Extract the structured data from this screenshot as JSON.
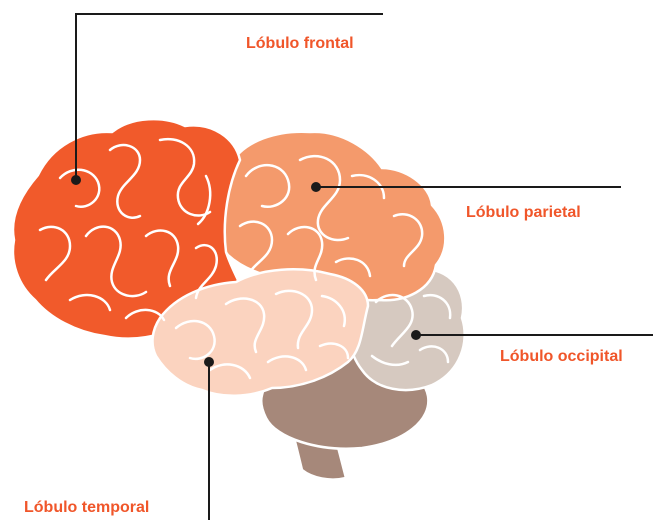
{
  "colors": {
    "label_text": "#f0562a",
    "leader_line": "#1a1a1a",
    "frontal_lobe": "#f15a2b",
    "parietal_lobe": "#f49a6c",
    "temporal_lobe": "#fbd3bf",
    "occipital_lobe": "#d6c9c0",
    "cerebellum": "#a6887a",
    "brainstem": "#a6887a",
    "sulci": "#ffffff"
  },
  "labels": {
    "frontal": "Lóbulo frontal",
    "parietal": "Lóbulo parietal",
    "occipital": "Lóbulo occipital",
    "temporal": "Lóbulo temporal"
  },
  "icons": {
    "brain": "brain-illustration"
  }
}
